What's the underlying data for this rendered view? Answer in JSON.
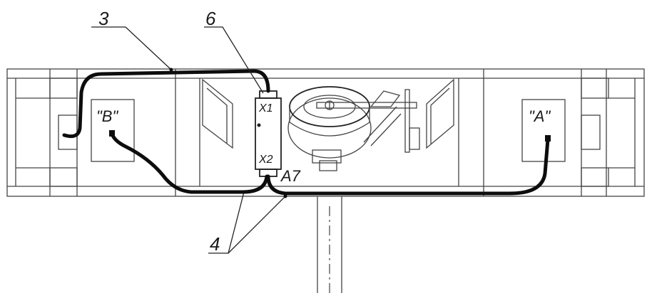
{
  "labels": {
    "callout_3": "3",
    "callout_6": "6",
    "callout_4": "4",
    "connector_b": "\"B\"",
    "connector_a": "\"A\"",
    "x1": "X1",
    "x2": "X2",
    "a7": "A7"
  },
  "colors": {
    "cable": "#0d0d0d",
    "outline": "#444444",
    "background": "#ffffff"
  }
}
